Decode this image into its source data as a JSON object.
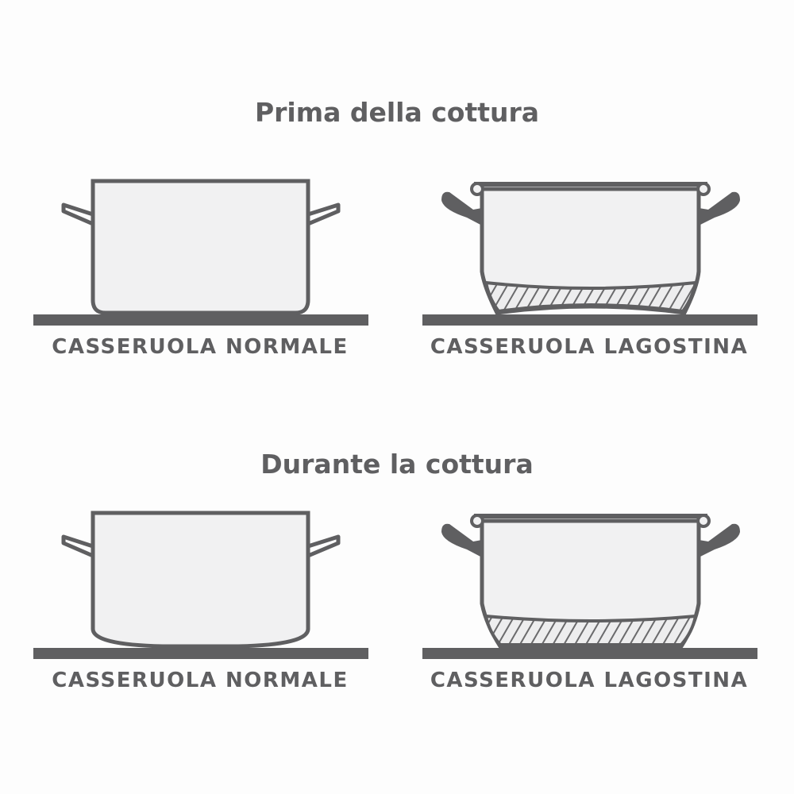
{
  "sections": {
    "before": {
      "title": "Prima della cottura",
      "normal_label": "CASSERUOLA NORMALE",
      "lagostina_label": "CASSERUOLA LAGOSTINA"
    },
    "during": {
      "title": "Durante la cottura",
      "normal_label": "CASSERUOLA NORMALE",
      "lagostina_label": "CASSERUOLA LAGOSTINA"
    }
  },
  "colors": {
    "line": "#5f5f61",
    "pot_fill": "#f1f1f2",
    "background": "#fdfdfd",
    "hatch_fill": "#d6d6d8"
  }
}
